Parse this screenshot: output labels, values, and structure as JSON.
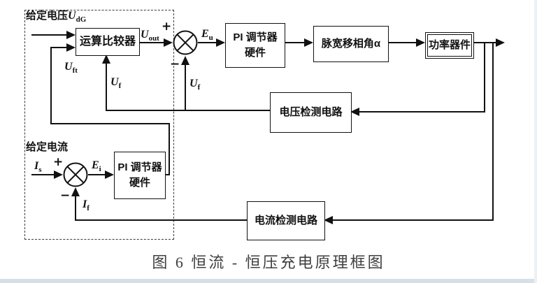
{
  "diagram": {
    "caption": "图 6   恒流 - 恒压充电原理框图",
    "labels": {
      "given_voltage": "给定电压",
      "given_current": "给定电流"
    },
    "blocks": {
      "comparator": "运算比较器",
      "pi_voltage_line1": "PI 调节器",
      "pi_voltage_line2": "硬件",
      "phase_shift": "脉宽移相角α",
      "power_device": "功率器件",
      "voltage_detect": "电压检测电路",
      "current_detect": "电流检测电路",
      "pi_current_line1": "PI 调节器",
      "pi_current_line2": "硬件"
    },
    "signals": {
      "u_dg": {
        "base": "U",
        "sub": "dG"
      },
      "u_out": {
        "base": "U",
        "sub": "out"
      },
      "e_u": {
        "base": "E",
        "sub": "u"
      },
      "u_ft": {
        "base": "U",
        "sub": "ft"
      },
      "u_f": {
        "base": "U",
        "sub": "f"
      },
      "i_s": {
        "base": "I",
        "sub": "s"
      },
      "e_i": {
        "base": "E",
        "sub": "i"
      },
      "i_f": {
        "base": "I",
        "sub": "f"
      }
    },
    "signs": {
      "plus": "+",
      "minus": "−"
    }
  }
}
